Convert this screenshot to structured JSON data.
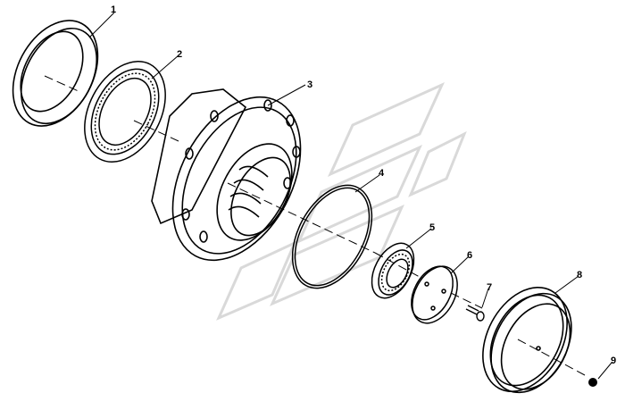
{
  "callouts": [
    {
      "id": "1",
      "label": "1"
    },
    {
      "id": "2",
      "label": "2"
    },
    {
      "id": "3",
      "label": "3"
    },
    {
      "id": "4",
      "label": "4"
    },
    {
      "id": "5",
      "label": "5"
    },
    {
      "id": "6",
      "label": "6"
    },
    {
      "id": "7",
      "label": "7"
    },
    {
      "id": "8",
      "label": "8"
    },
    {
      "id": "9",
      "label": "9"
    }
  ],
  "colors": {
    "line": "#000000",
    "watermark": "#d9d9d9",
    "background": "#ffffff"
  }
}
